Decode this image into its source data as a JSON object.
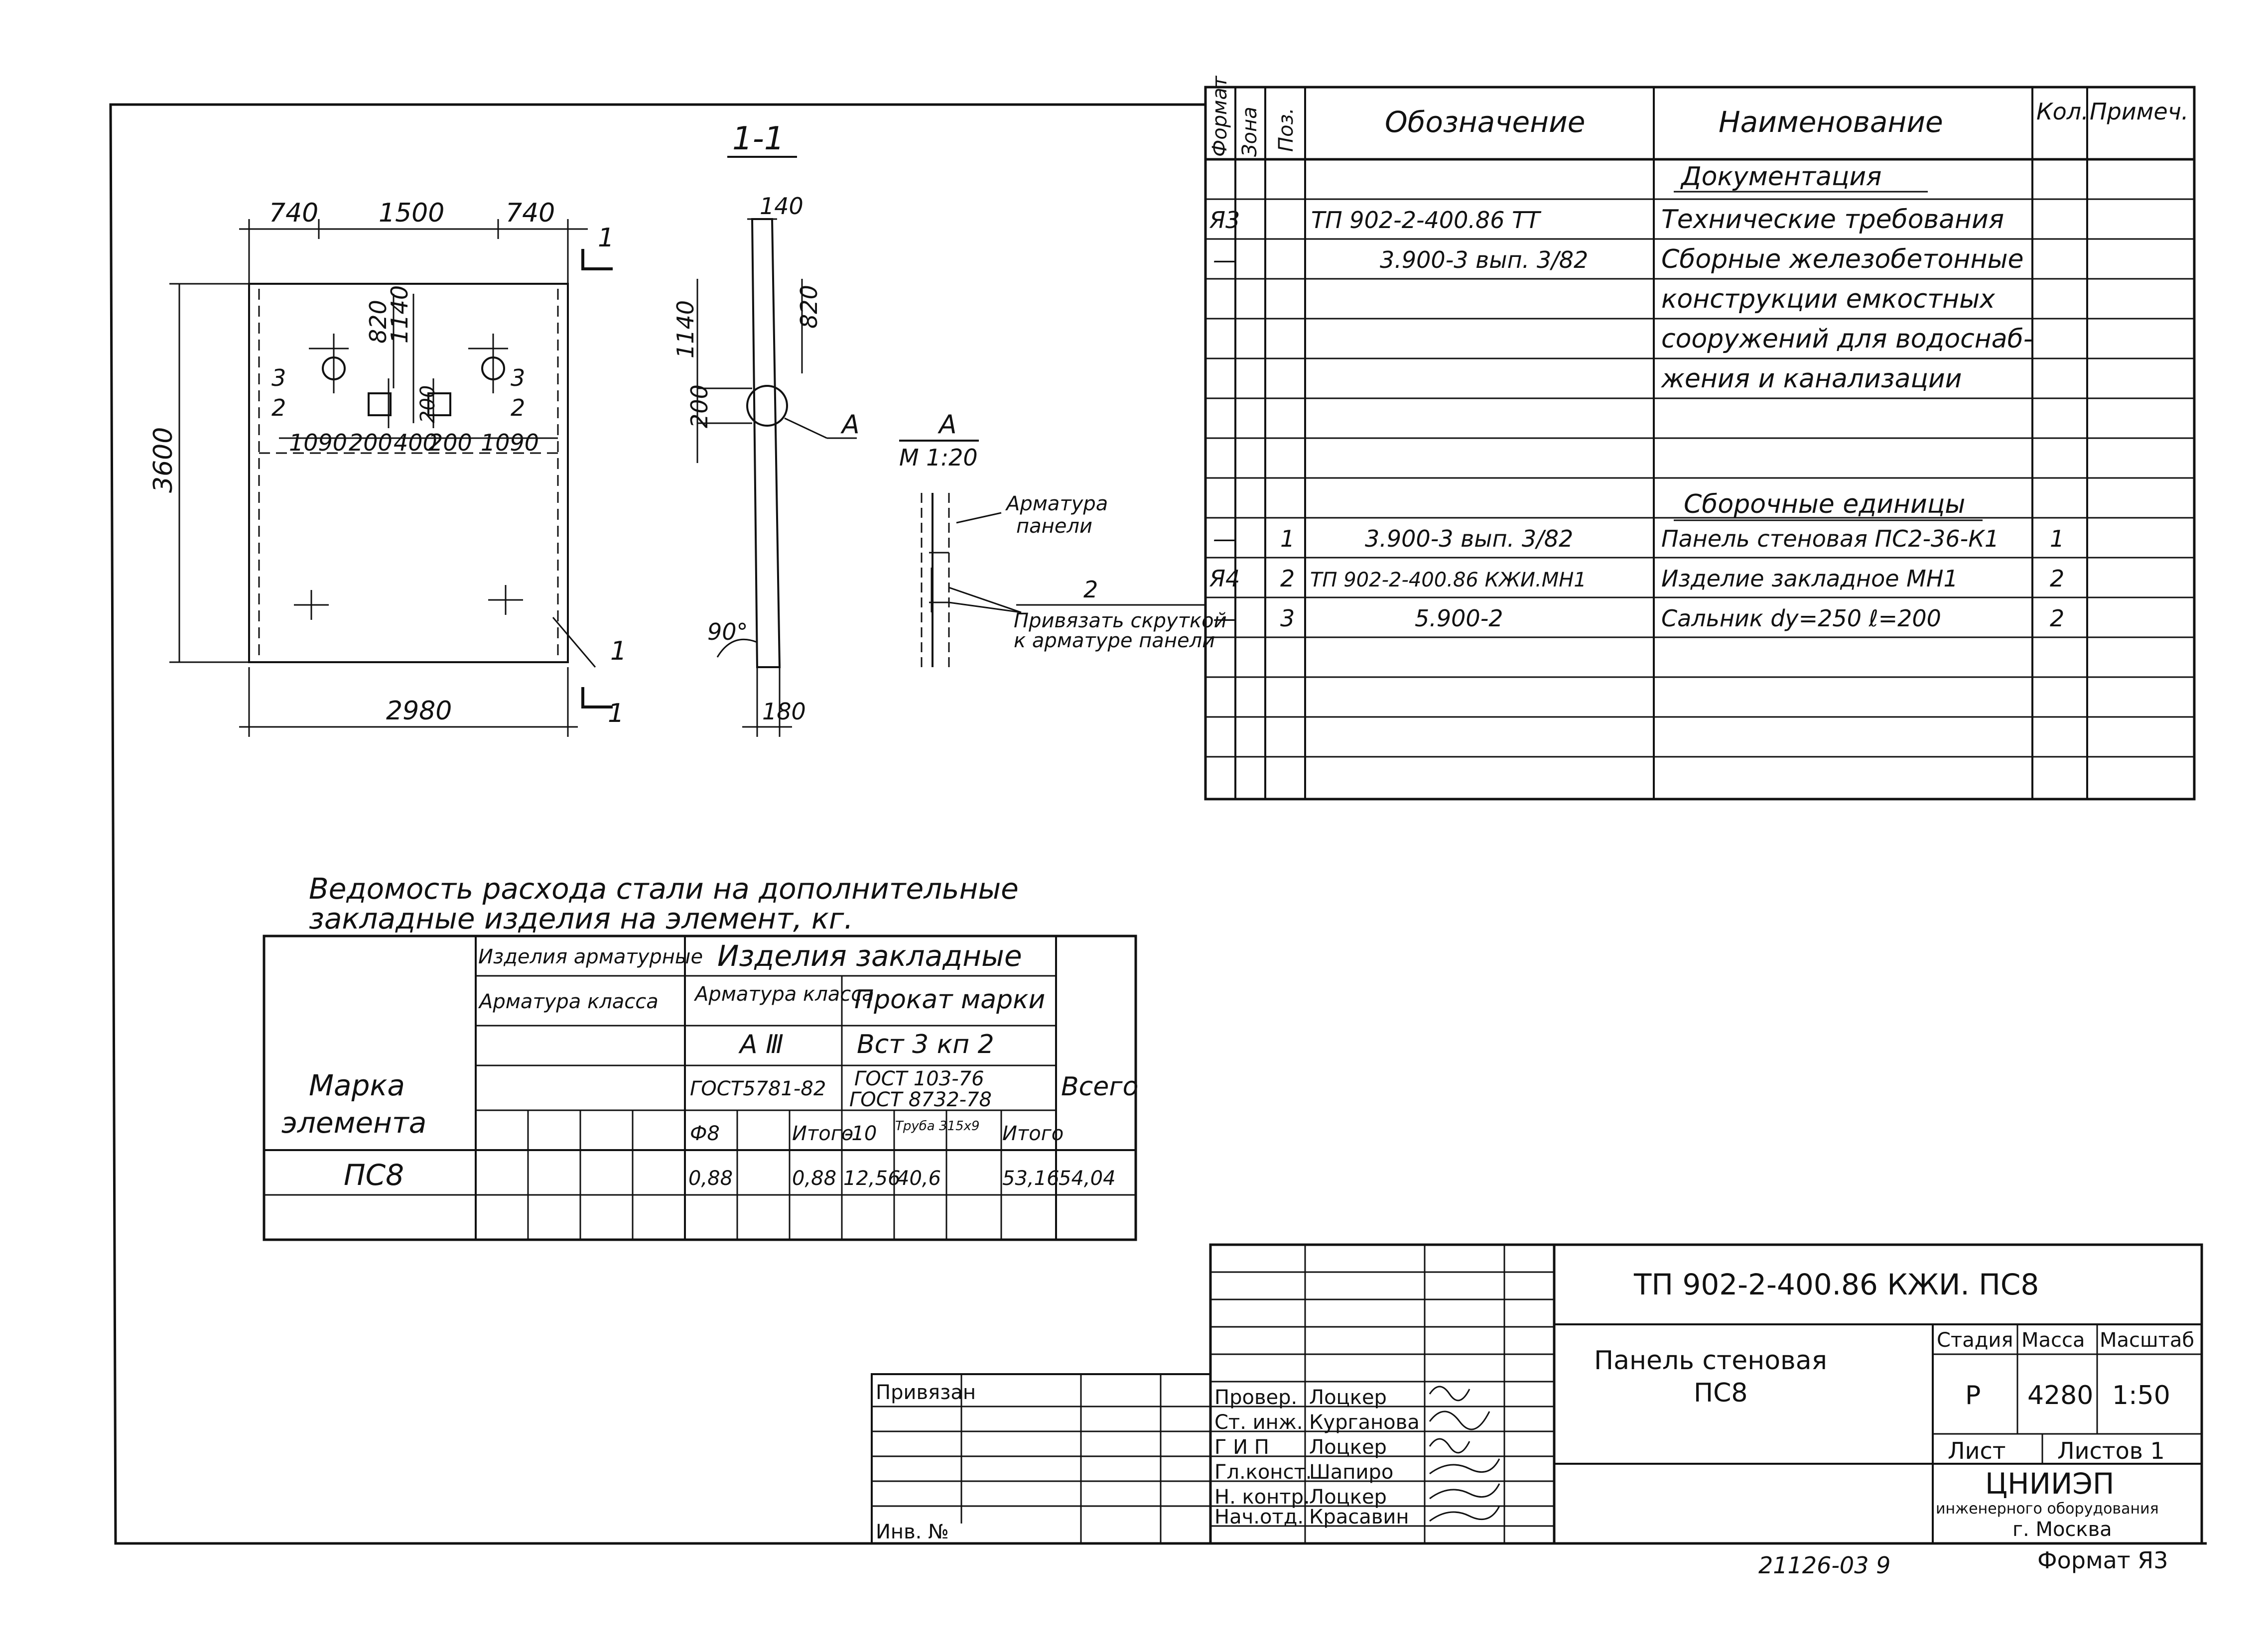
{
  "section_label": "1-1",
  "drawing": {
    "dims_top": [
      "740",
      "1500",
      "740"
    ],
    "dim_height": "3600",
    "dims_bottom": "2980",
    "dim_820": "820",
    "dim_1140": "1140",
    "dim_200_a": "200",
    "dim_200_b": "200",
    "dim_row": [
      "1090",
      "200",
      "400",
      "200",
      "1090"
    ],
    "pos3": "3",
    "pos2": "2",
    "section_mark": "1",
    "section_dim_140": "140",
    "section_dim_1140": "1140",
    "section_dim_820": "820",
    "section_dim_200": "200",
    "section_angle": "90°",
    "section_dim_180": "180",
    "callout_A": "А",
    "detail_title": "А",
    "detail_scale": "М 1:20",
    "detail_label_1": "Арматура",
    "detail_label_2": "панели",
    "detail_pos": "2",
    "detail_note_1": "Привязать скруткой",
    "detail_note_2": "к арматуре панели"
  },
  "spec": {
    "headers": [
      "Формат",
      "Зона",
      "Поз.",
      "Обозначение",
      "Наименование",
      "Кол.",
      "Примеч."
    ],
    "section_doc": "Документация",
    "section_units": "Сборочные единицы",
    "rows": [
      {
        "fmt": "Я3",
        "zone": "",
        "pos": "",
        "code": "ТП 902-2-400.86      ТТ",
        "name": "Технические требования",
        "qty": "",
        "note": ""
      },
      {
        "fmt": "—",
        "zone": "",
        "pos": "",
        "code": "3.900-3   вып. 3/82",
        "name": "Сборные железобетонные",
        "qty": "",
        "note": ""
      },
      {
        "fmt": "",
        "zone": "",
        "pos": "",
        "code": "",
        "name": "конструкции емкостных",
        "qty": "",
        "note": ""
      },
      {
        "fmt": "",
        "zone": "",
        "pos": "",
        "code": "",
        "name": "сооружений для водоснаб-",
        "qty": "",
        "note": ""
      },
      {
        "fmt": "",
        "zone": "",
        "pos": "",
        "code": "",
        "name": "жения и канализации",
        "qty": "",
        "note": ""
      },
      {
        "fmt": "—",
        "zone": "",
        "pos": "1",
        "code": "3.900-3  вып. 3/82",
        "name": "Панель стеновая ПС2-36-К1",
        "qty": "1",
        "note": ""
      },
      {
        "fmt": "Я4",
        "zone": "",
        "pos": "2",
        "code": "ТП 902-2-400.86 КЖИ.МН1",
        "name": "Изделие закладное  МН1",
        "qty": "2",
        "note": ""
      },
      {
        "fmt": "—",
        "zone": "",
        "pos": "3",
        "code": "5.900-2",
        "name": "Сальник dу=250  ℓ=200",
        "qty": "2",
        "note": ""
      }
    ]
  },
  "steel": {
    "title_1": "Ведомость расхода стали на дополнительные",
    "title_2": "закладные изделия на элемент, кг.",
    "col_mark_1": "Марка",
    "col_mark_2": "элемента",
    "group_arm": "Изделия арматурные",
    "group_emb": "Изделия закладные",
    "arm_class": "Арматура класса",
    "emb_arm_class": "Арматура класса",
    "emb_rolled": "Прокат марки",
    "class_a3": "А Ⅲ",
    "rolled_grade": "Вст 3 кп 2",
    "gost_1": "ГОСТ5781-82",
    "gost_2a": "ГОСТ 103-76",
    "gost_2b": "ГОСТ 8732-78",
    "col_total": "Всего",
    "sub_d8": "Ф8",
    "sub_itogo1": "Итого",
    "sub_d10": "-10",
    "sub_pipe": "Труба 315х9",
    "sub_itogo2": "Итого",
    "row": {
      "mark": "ПС8",
      "d8": "0,88",
      "itogo1": "0,88",
      "d10": "12,56",
      "pipe": "40,6",
      "itogo2": "53,16",
      "total": "54,04"
    }
  },
  "titleblock": {
    "code": "ТП 902-2-400.86     КЖИ. ПС8",
    "name_1": "Панель стеновая",
    "name_2": "ПС8",
    "stage_h": "Стадия",
    "mass_h": "Масса",
    "scale_h": "Масштаб",
    "stage": "Р",
    "mass": "4280",
    "scale": "1:50",
    "sheet": "Лист",
    "sheets": "Листов 1",
    "org_1": "ЦНИИЭП",
    "org_2": "инженерного оборудования",
    "org_3": "г. Москва",
    "privyazan": "Привязан",
    "inv": "Инв. №",
    "roles": [
      "Провер.",
      "Ст. инж.",
      "Г И П",
      "Гл.конст.",
      "Н. контр.",
      "Нач.отд."
    ],
    "people": [
      "Лоцкер",
      "Курганова",
      "Лоцкер",
      "Шапиро",
      "Лоцкер",
      "Красавин"
    ]
  },
  "footer": {
    "number": "21126-03   9",
    "format": "Формат Я3"
  }
}
